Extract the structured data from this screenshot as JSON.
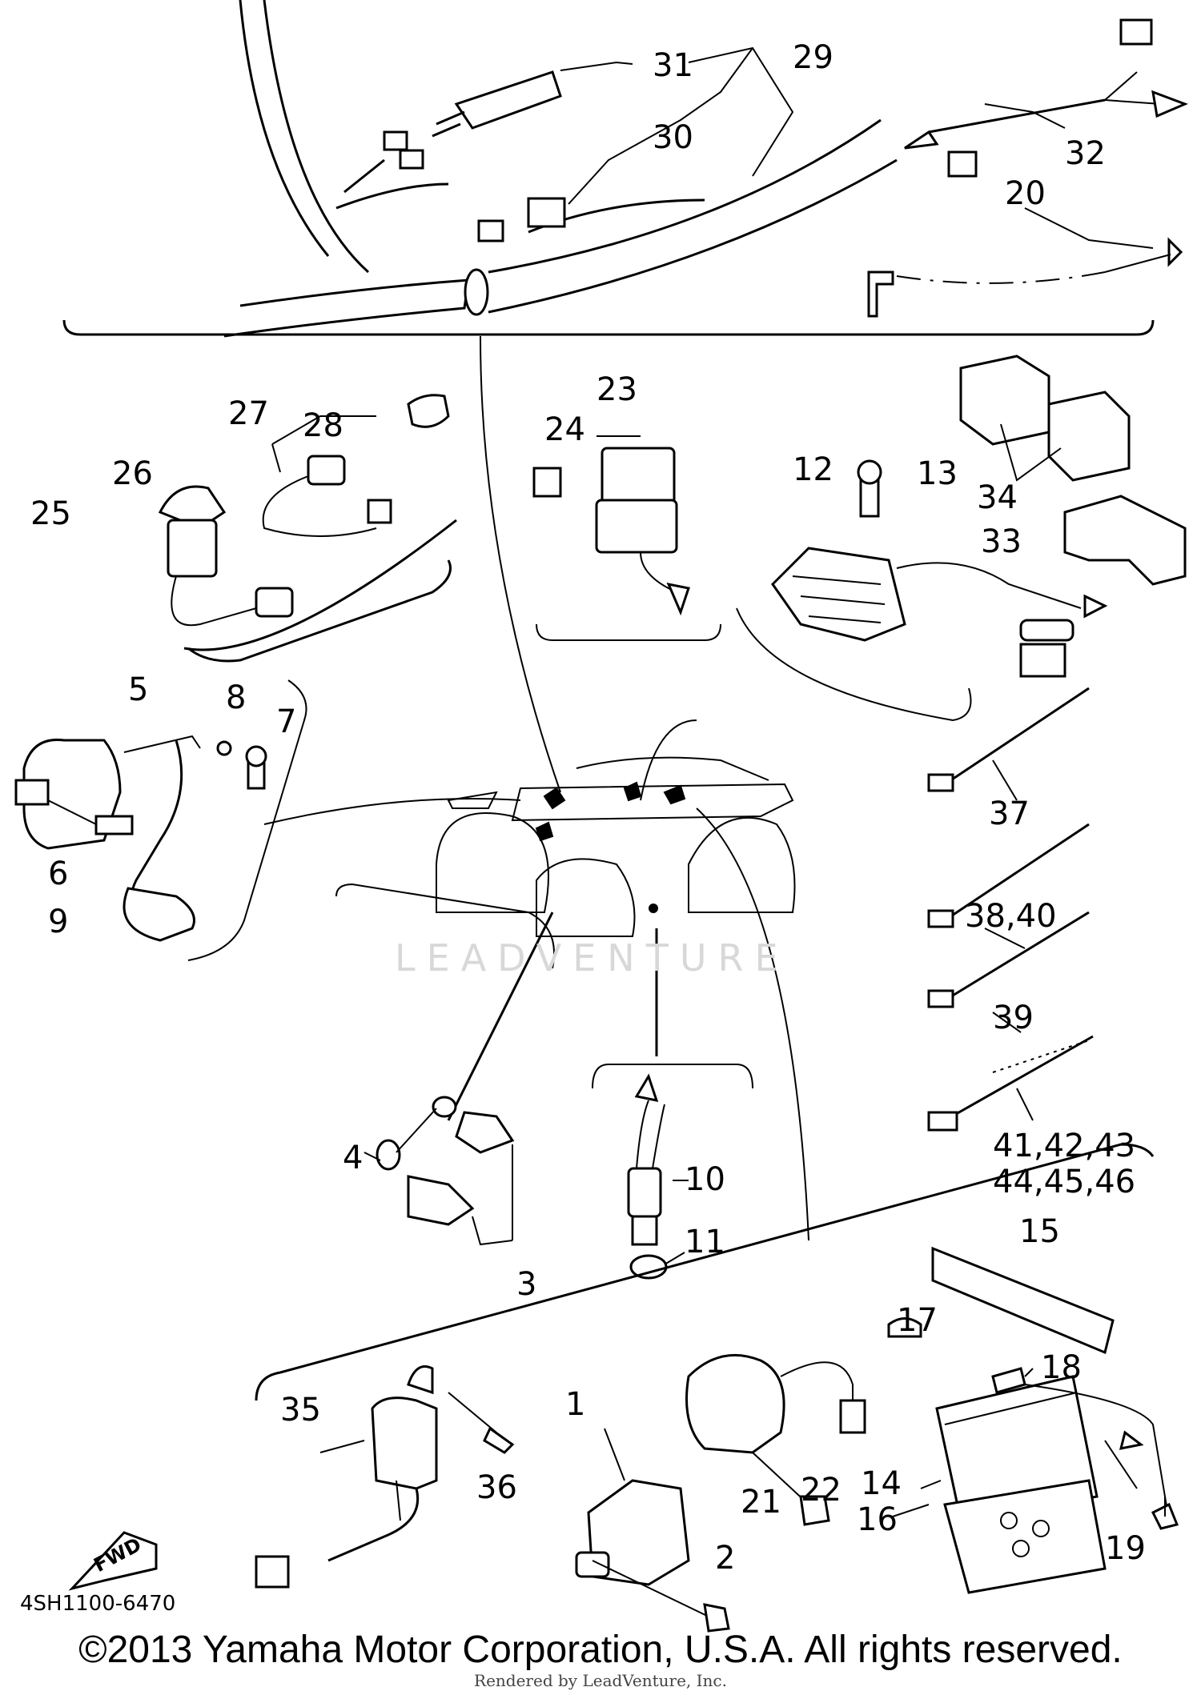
{
  "callouts": {
    "c1": "1",
    "c2": "2",
    "c3": "3",
    "c4": "4",
    "c5": "5",
    "c6": "6",
    "c7": "7",
    "c8": "8",
    "c9": "9",
    "c10": "10",
    "c11": "11",
    "c12": "12",
    "c13": "13",
    "c14": "14",
    "c15": "15",
    "c16": "16",
    "c17": "17",
    "c18": "18",
    "c19": "19",
    "c20": "20",
    "c21": "21",
    "c22": "22",
    "c23": "23",
    "c24": "24",
    "c25": "25",
    "c26": "26",
    "c27": "27",
    "c28": "28",
    "c29": "29",
    "c30": "30",
    "c31": "31",
    "c32": "32",
    "c33": "33",
    "c34": "34",
    "c35": "35",
    "c36": "36",
    "c37": "37",
    "c3840": "38,40",
    "c39": "39",
    "c4143": "41,42,43",
    "c4446": "44,45,46"
  },
  "fwd_label": "FWD",
  "watermark": "LEADVENTURE",
  "drawing_code": "4SH1100-6470",
  "copyright": "©2013 Yamaha Motor Corporation, U.S.A. All rights reserved.",
  "rendered_by": "Rendered by LeadVenture, Inc."
}
